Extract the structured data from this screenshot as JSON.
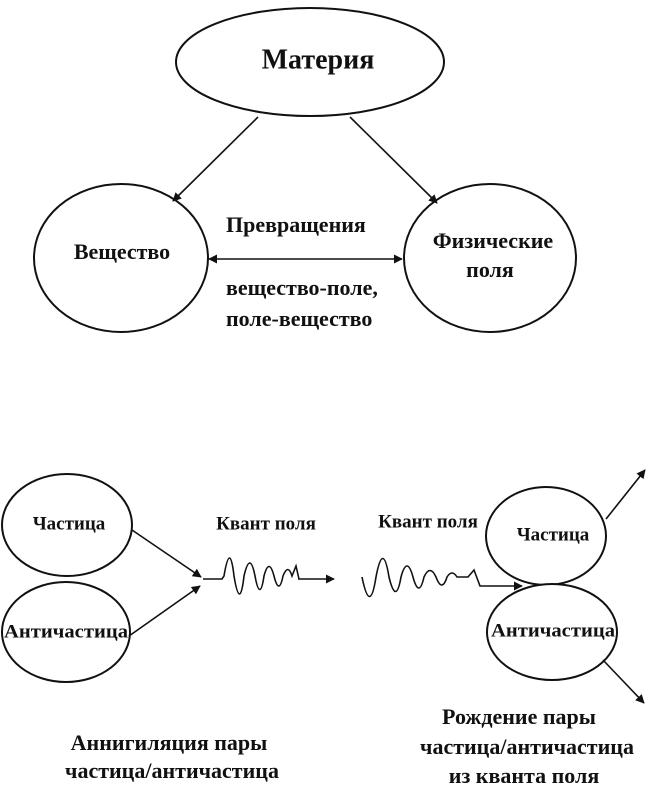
{
  "top": {
    "matter": "Материя",
    "substance": "Вещество",
    "fields_line1": "Физические",
    "fields_line2": "поля",
    "transform_title": "Превращения",
    "transform_line1": "вещество-поле,",
    "transform_line2": "поле-вещество"
  },
  "annihilation": {
    "particle": "Частица",
    "antiparticle": "Античастица",
    "quantum": "Квант поля",
    "caption_line1": "Аннигиляция пары",
    "caption_line2": "частица/античастица"
  },
  "creation": {
    "quantum": "Квант поля",
    "particle": "Частица",
    "antiparticle": "Античастица",
    "caption_line1": "Рождение пары",
    "caption_line2": "частица/античастица",
    "caption_line3": "из кванта поля"
  }
}
